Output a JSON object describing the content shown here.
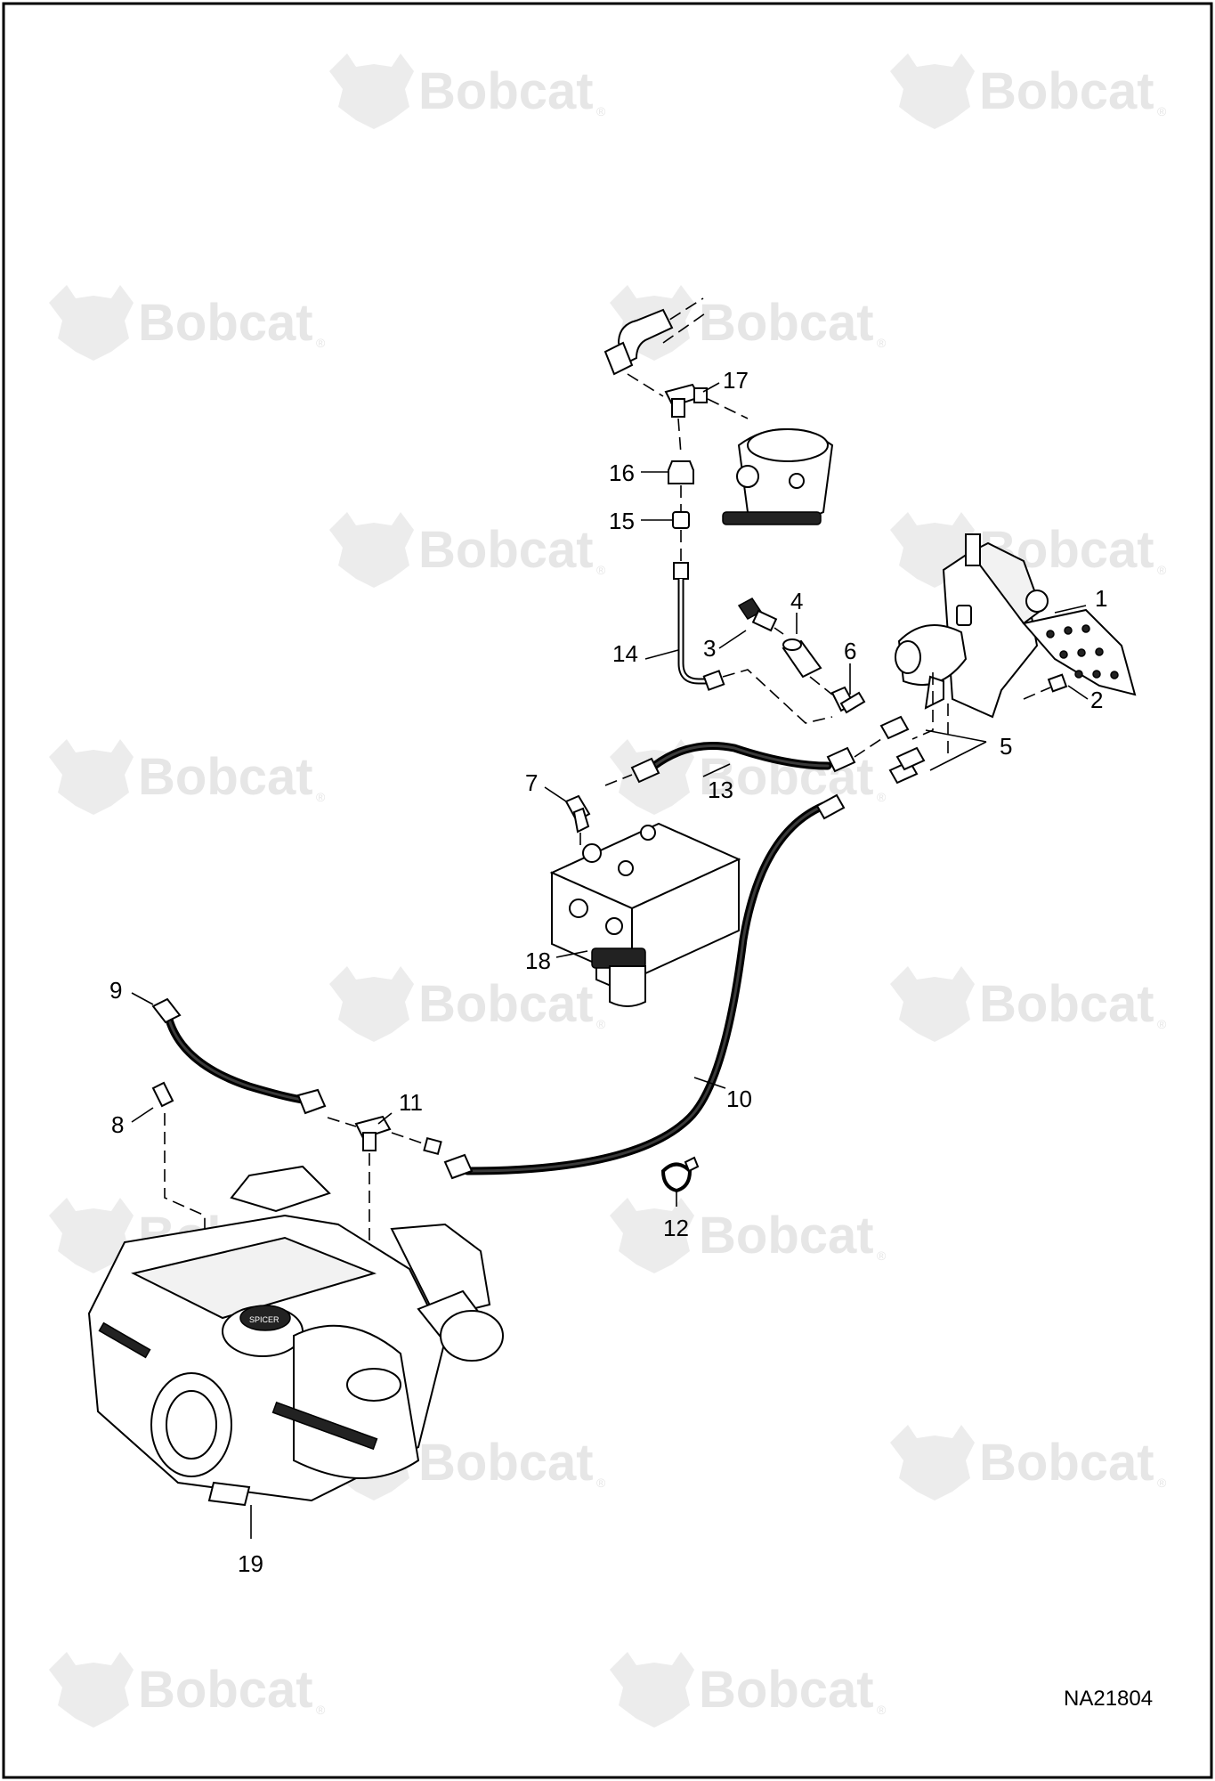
{
  "watermark": {
    "brand": "Bobcat",
    "mark": "®"
  },
  "figure_id": "NA21804",
  "callouts": [
    {
      "label": "1"
    },
    {
      "label": "2"
    },
    {
      "label": "3"
    },
    {
      "label": "4"
    },
    {
      "label": "5"
    },
    {
      "label": "6"
    },
    {
      "label": "7"
    },
    {
      "label": "8"
    },
    {
      "label": "9"
    },
    {
      "label": "10"
    },
    {
      "label": "11"
    },
    {
      "label": "12"
    },
    {
      "label": "13"
    },
    {
      "label": "14"
    },
    {
      "label": "15"
    },
    {
      "label": "16"
    },
    {
      "label": "17"
    },
    {
      "label": "18"
    },
    {
      "label": "19"
    }
  ],
  "logos": {
    "pump_badge": "SPICER"
  },
  "colors": {
    "frame": "#000000",
    "watermark": "#e6e6e6",
    "background": "#ffffff"
  }
}
